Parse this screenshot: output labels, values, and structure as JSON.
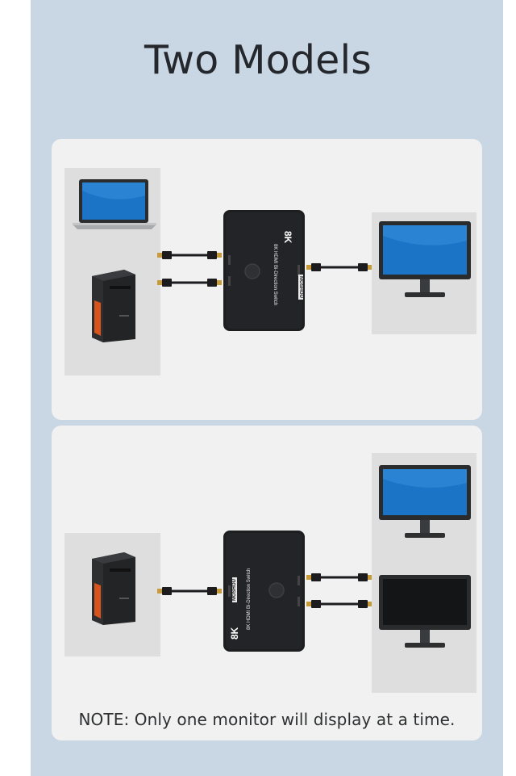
{
  "title": "Two Models",
  "note": "NOTE: Only one monitor will display at a time.",
  "diagrams": [
    {
      "sources": [
        "laptop-icon",
        "desktop-tower-icon"
      ],
      "switch": {
        "badge": "8K",
        "brand": "MOSHOU",
        "product": "8K HDMI Bi-Direction Switch"
      },
      "outputs": [
        "monitor-icon"
      ]
    },
    {
      "sources": [
        "desktop-tower-icon"
      ],
      "switch": {
        "badge": "8K",
        "brand": "MOSHOU",
        "product": "8K HDMI Bi-Direction Switch"
      },
      "outputs": [
        "monitor-icon",
        "monitor-icon"
      ]
    }
  ],
  "colors": {
    "background": "#c9d7e4",
    "card": "#f1f1f1",
    "device_box": "#dedede",
    "switch_body": "#1d1e20",
    "screen_blue": "#1b74c6",
    "accent_orange": "#d8541c",
    "connector_gold": "#c79a3a"
  }
}
